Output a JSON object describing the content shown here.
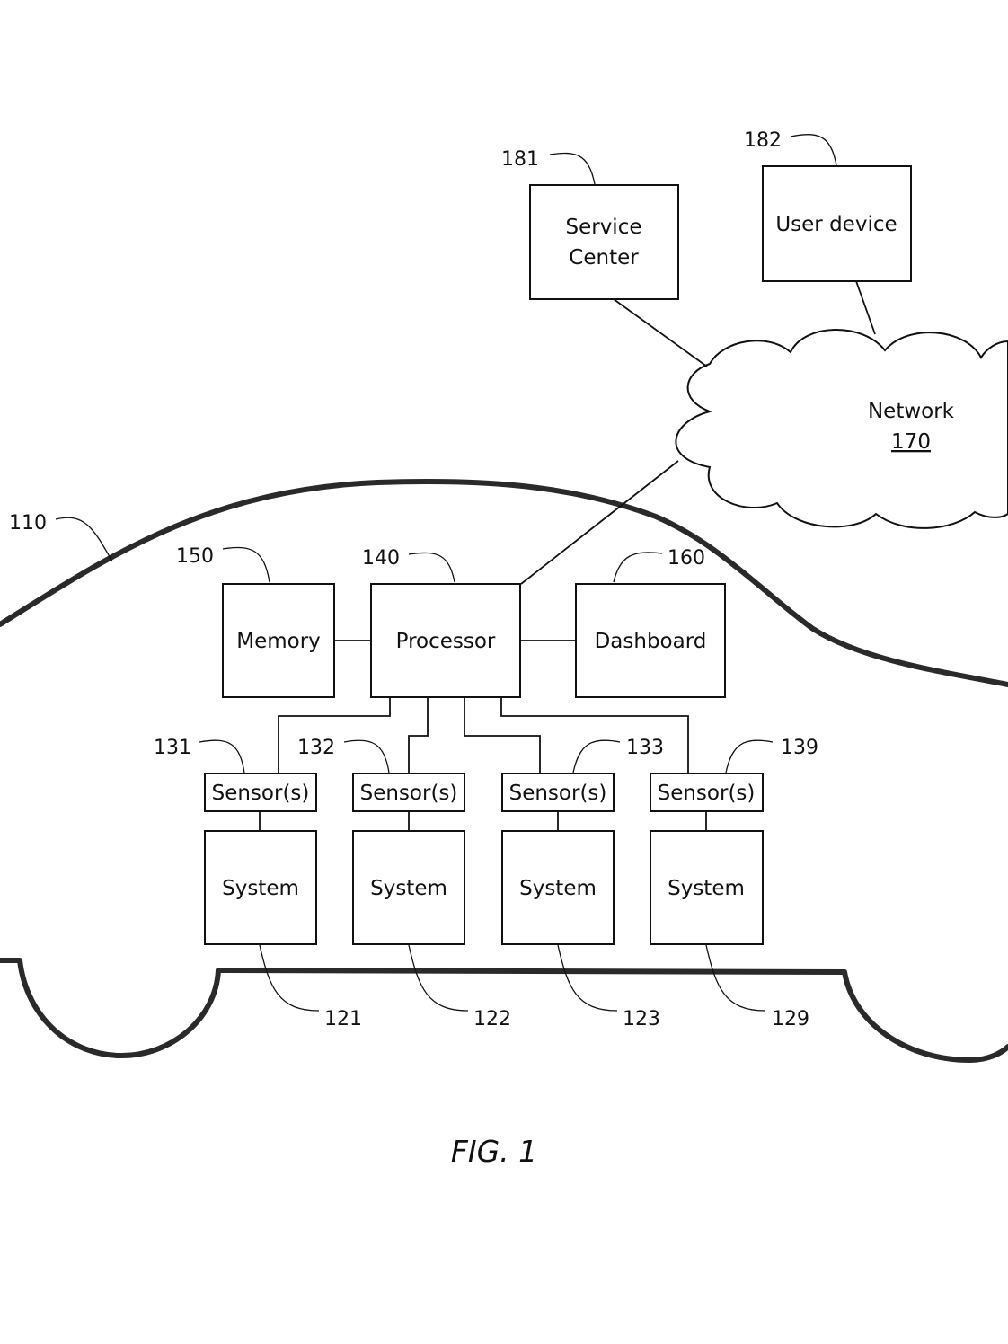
{
  "figure_caption": "FIG. 1",
  "vehicle": {
    "ref": "110"
  },
  "network": {
    "label": "Network",
    "ref": "170"
  },
  "service_center": {
    "line1": "Service",
    "line2": "Center",
    "ref": "181"
  },
  "user_device": {
    "label": "User device",
    "ref": "182"
  },
  "memory": {
    "label": "Memory",
    "ref": "150"
  },
  "processor": {
    "label": "Processor",
    "ref": "140"
  },
  "dashboard": {
    "label": "Dashboard",
    "ref": "160"
  },
  "sensors": [
    {
      "label": "Sensor(s)",
      "ref": "131"
    },
    {
      "label": "Sensor(s)",
      "ref": "132"
    },
    {
      "label": "Sensor(s)",
      "ref": "133"
    },
    {
      "label": "Sensor(s)",
      "ref": "139"
    }
  ],
  "systems": [
    {
      "label": "System",
      "ref": "121"
    },
    {
      "label": "System",
      "ref": "122"
    },
    {
      "label": "System",
      "ref": "123"
    },
    {
      "label": "System",
      "ref": "129"
    }
  ]
}
